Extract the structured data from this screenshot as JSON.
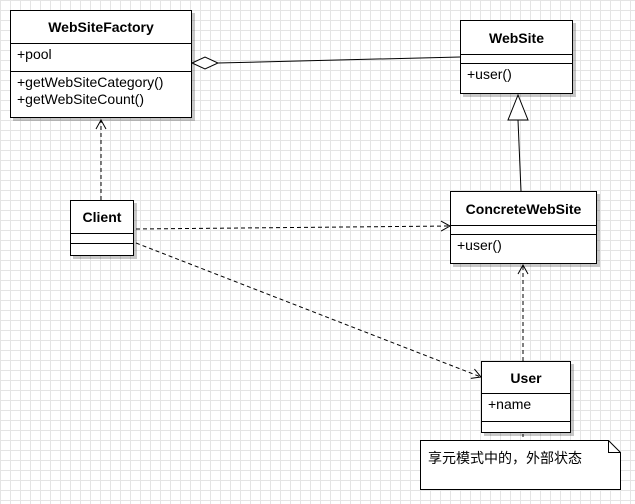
{
  "classes": {
    "website_factory": {
      "name": "WebSiteFactory",
      "attributes": [
        "+pool"
      ],
      "methods": [
        "+getWebSiteCategory()",
        "+getWebSiteCount()"
      ]
    },
    "website": {
      "name": "WebSite",
      "attributes": [],
      "methods": [
        "+user()"
      ]
    },
    "client": {
      "name": "Client",
      "attributes": [],
      "methods": []
    },
    "concrete_website": {
      "name": "ConcreteWebSite",
      "attributes": [],
      "methods": [
        "+user()"
      ]
    },
    "user": {
      "name": "User",
      "attributes": [
        "+name"
      ],
      "methods": []
    }
  },
  "note": {
    "text": "享元模式中的，外部状态"
  },
  "relations": [
    {
      "type": "aggregation",
      "from": "website_factory",
      "to": "website"
    },
    {
      "type": "generalization",
      "from": "concrete_website",
      "to": "website"
    },
    {
      "type": "dependency",
      "from": "client",
      "to": "website_factory"
    },
    {
      "type": "dependency",
      "from": "client",
      "to": "concrete_website"
    },
    {
      "type": "dependency",
      "from": "client",
      "to": "user"
    },
    {
      "type": "dependency",
      "from": "user",
      "to": "concrete_website"
    },
    {
      "type": "anchor",
      "from": "user",
      "to": "note"
    }
  ]
}
